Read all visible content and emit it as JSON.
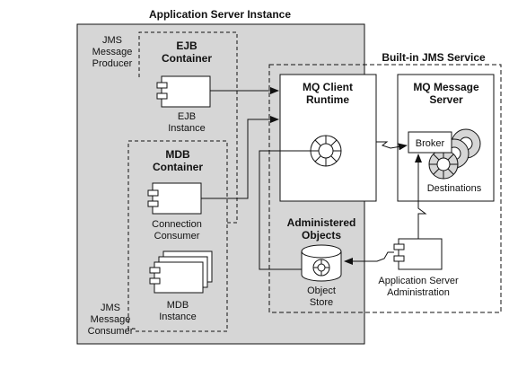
{
  "labels": {
    "app_server_instance": "Application Server Instance",
    "builtin_jms_service": "Built-in JMS Service",
    "jms_message_producer": [
      "JMS",
      "Message",
      "Producer"
    ],
    "ejb_container": [
      "EJB",
      "Container"
    ],
    "ejb_instance": [
      "EJB",
      "Instance"
    ],
    "mdb_container": [
      "MDB",
      "Container"
    ],
    "connection_consumer": [
      "Connection",
      "Consumer"
    ],
    "mdb_instance": [
      "MDB",
      "Instance"
    ],
    "jms_message_consumer": [
      "JMS",
      "Message",
      "Consumer"
    ],
    "mq_client_runtime": [
      "MQ Client",
      "Runtime"
    ],
    "mq_message_server": [
      "MQ Message",
      "Server"
    ],
    "broker": "Broker",
    "destinations": "Destinations",
    "administered_objects": [
      "Administered",
      "Objects"
    ],
    "object_store": [
      "Object",
      "Store"
    ],
    "app_server_administration": [
      "Application Server",
      "Administration"
    ]
  },
  "colors": {
    "app_server_fill": "#d6d6d6",
    "box_fill": "#ffffff",
    "stroke": "#111111"
  }
}
